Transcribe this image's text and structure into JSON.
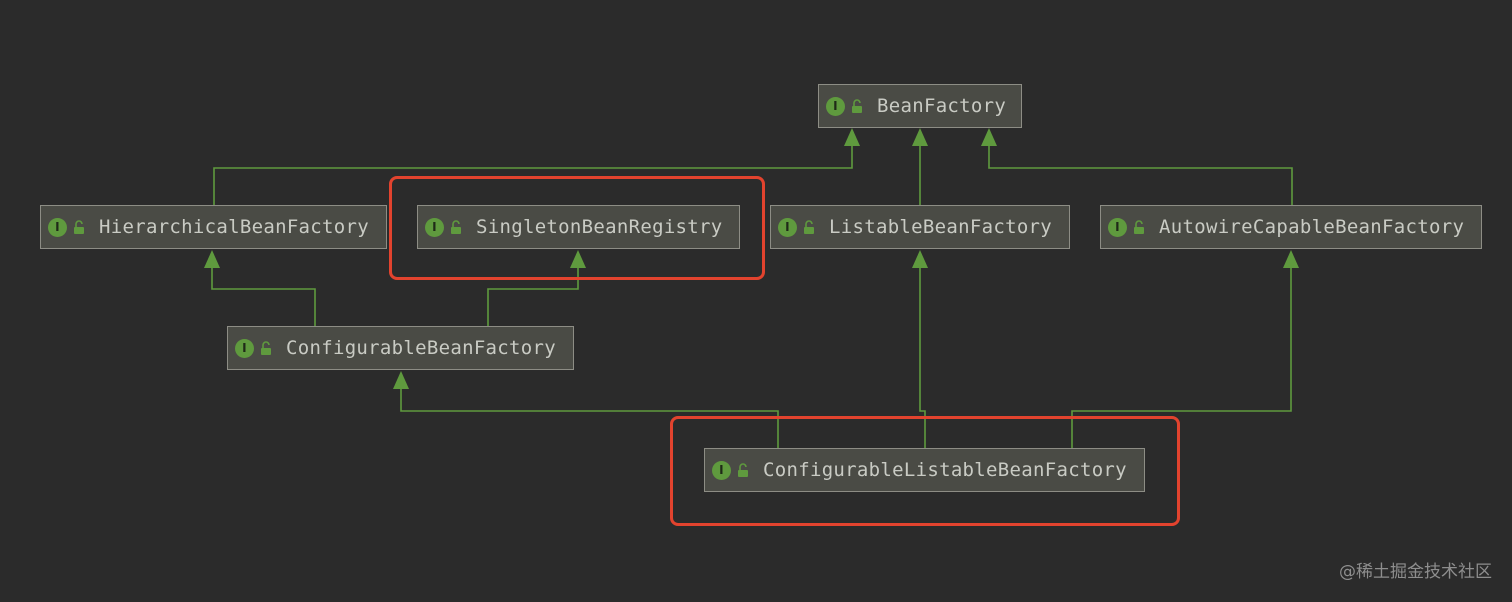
{
  "colors": {
    "background": "#2b2b2b",
    "node_fill": "#4a4b45",
    "node_border": "#8d8d85",
    "edge": "#5f9a3e",
    "highlight": "#e2432e",
    "badge": "#5f9a3e"
  },
  "badge_letter": "I",
  "badge_icon": "interface-icon",
  "lock_icon": "public-lock-icon",
  "nodes": {
    "bean_factory": "BeanFactory",
    "hierarchical": "HierarchicalBeanFactory",
    "singleton_registry": "SingletonBeanRegistry",
    "listable": "ListableBeanFactory",
    "autowire_capable": "AutowireCapableBeanFactory",
    "configurable": "ConfigurableBeanFactory",
    "configurable_listable": "ConfigurableListableBeanFactory"
  },
  "edges": [
    {
      "from": "HierarchicalBeanFactory",
      "to": "BeanFactory"
    },
    {
      "from": "ListableBeanFactory",
      "to": "BeanFactory"
    },
    {
      "from": "AutowireCapableBeanFactory",
      "to": "BeanFactory"
    },
    {
      "from": "ConfigurableBeanFactory",
      "to": "HierarchicalBeanFactory"
    },
    {
      "from": "ConfigurableBeanFactory",
      "to": "SingletonBeanRegistry"
    },
    {
      "from": "ConfigurableListableBeanFactory",
      "to": "ConfigurableBeanFactory"
    },
    {
      "from": "ConfigurableListableBeanFactory",
      "to": "ListableBeanFactory"
    },
    {
      "from": "ConfigurableListableBeanFactory",
      "to": "AutowireCapableBeanFactory"
    }
  ],
  "highlighted": [
    "SingletonBeanRegistry",
    "ConfigurableListableBeanFactory"
  ],
  "watermark": "@稀土掘金技术社区"
}
